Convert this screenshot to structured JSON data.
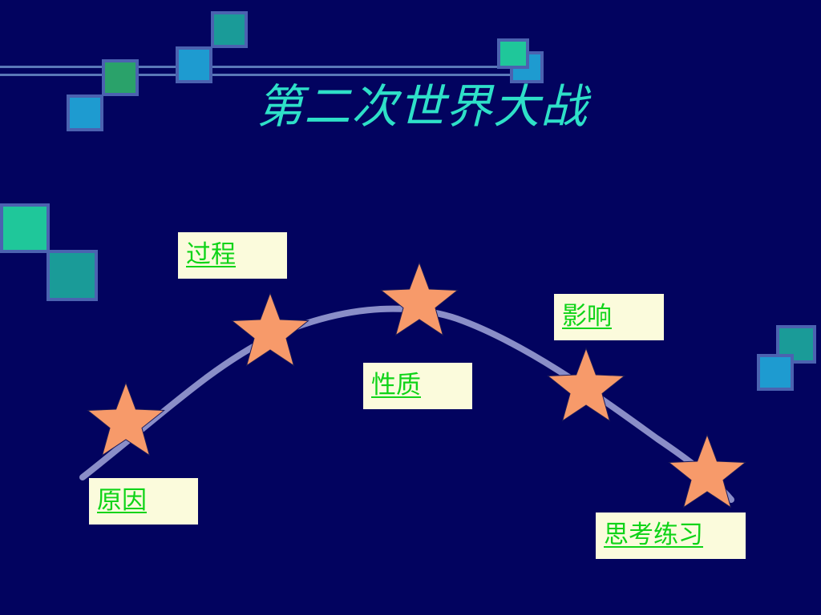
{
  "slide": {
    "title": "第二次世界大战"
  },
  "links": {
    "cause": "原因",
    "process": "过程",
    "nature": "性质",
    "impact": "影响",
    "exercises": "思考练习"
  },
  "colors": {
    "background": "#02035f",
    "title": "#2ee0c8",
    "link": "#0fd418",
    "label_box": "#fbfbdc",
    "star_fill": "#f79a6a",
    "curve": "#8a8ec8"
  }
}
